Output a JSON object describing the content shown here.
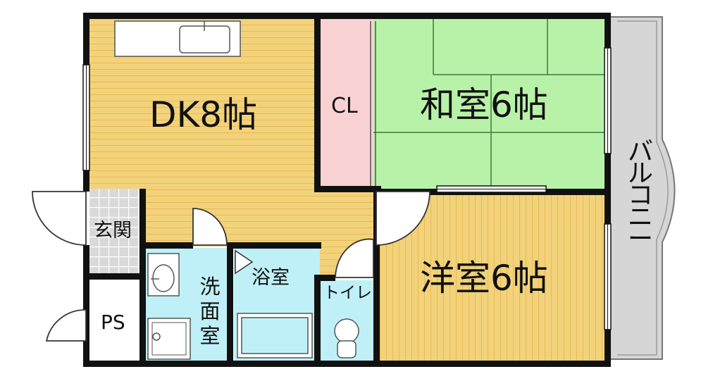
{
  "rooms": {
    "dk": "DK8帖",
    "closet": "CL",
    "washitsu": "和室6帖",
    "youshitsu": "洋室6帖",
    "genkan": "玄関",
    "ps": "PS",
    "bath": "浴室",
    "toilet": "トイレ",
    "washroom": "洗面室",
    "balcony": "バルコニー"
  },
  "colors": {
    "wood_floor": "#f2d27a",
    "wood_line": "#e6bb56",
    "tatami": "#b8f2a8",
    "closet": "#f8d2d2",
    "wet_area": "#bff0f7",
    "balcony": "#d6d6d6",
    "tile": "#d9d9d9",
    "wall": "#111111"
  }
}
